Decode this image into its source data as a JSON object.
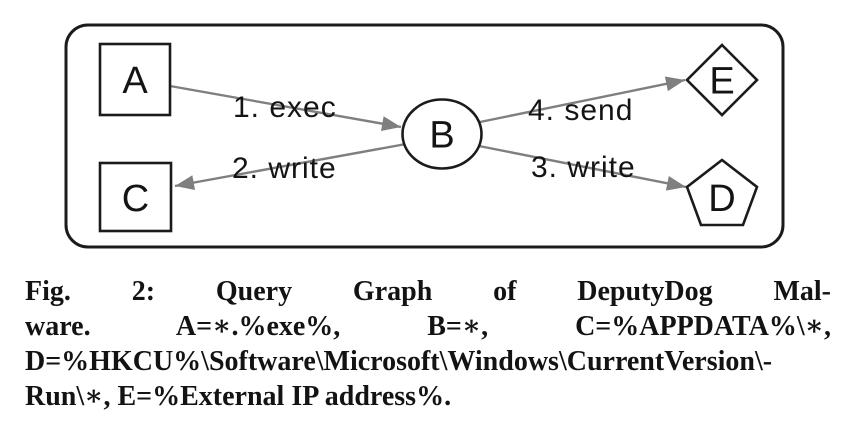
{
  "figure_graph": {
    "nodes": [
      {
        "id": "A",
        "shape": "square"
      },
      {
        "id": "B",
        "shape": "circle"
      },
      {
        "id": "C",
        "shape": "square"
      },
      {
        "id": "D",
        "shape": "pentagon"
      },
      {
        "id": "E",
        "shape": "diamond"
      }
    ],
    "edges": [
      {
        "order": 1,
        "action": "exec",
        "from": "A",
        "to": "B",
        "label": "1. exec"
      },
      {
        "order": 2,
        "action": "write",
        "from": "B",
        "to": "C",
        "label": "2. write"
      },
      {
        "order": 3,
        "action": "write",
        "from": "B",
        "to": "D",
        "label": "3. write"
      },
      {
        "order": 4,
        "action": "send",
        "from": "B",
        "to": "E",
        "label": "4. send"
      }
    ],
    "colors": {
      "edge": "#7f7f7f",
      "node_border": "#1b1b1b",
      "label_text": "#141414"
    }
  },
  "caption": {
    "figure_label": "Fig. 2",
    "legend": {
      "A": "∗.%exe%",
      "B": "∗",
      "C": "%APPDATA%\\∗",
      "D": "%HKCU%\\Software\\Microsoft\\Windows\\CurrentVersion\\Run\\∗",
      "E": "%External IP address%"
    },
    "lines": [
      "Fig. 2: Query Graph of DeputyDog Mal-",
      "ware. A=∗.%exe%, B=∗, C=%APPDATA%\\∗,",
      "D=%HKCU%\\Software\\Microsoft\\Windows\\CurrentVersion\\-",
      "Run\\∗, E=%External IP address%."
    ]
  }
}
